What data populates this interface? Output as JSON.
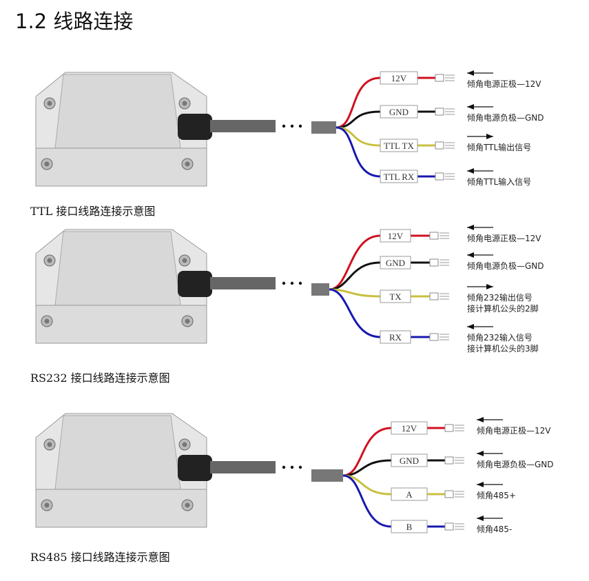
{
  "heading": "1.2 线路连接",
  "diagrams": [
    {
      "caption": "TTL 接口线路连接示意图",
      "wires": [
        {
          "label": "12V",
          "color": "#d01020",
          "direction": "in",
          "desc": [
            "倾角电源正极—12V"
          ]
        },
        {
          "label": "GND",
          "color": "#111111",
          "direction": "in",
          "desc": [
            "倾角电源负极—GND"
          ]
        },
        {
          "label": "TTL TX",
          "color": "#c8c040",
          "direction": "out",
          "desc": [
            "倾角TTL输出信号"
          ]
        },
        {
          "label": "TTL RX",
          "color": "#1818b0",
          "direction": "in",
          "desc": [
            "倾角TTL输入信号"
          ]
        }
      ]
    },
    {
      "caption": "RS232 接口线路连接示意图",
      "wires": [
        {
          "label": "12V",
          "color": "#d01020",
          "direction": "in",
          "desc": [
            "倾角电源正极—12V"
          ]
        },
        {
          "label": "GND",
          "color": "#111111",
          "direction": "in",
          "desc": [
            "倾角电源负极—GND"
          ]
        },
        {
          "label": "TX",
          "color": "#c8c040",
          "direction": "out",
          "desc": [
            "倾角232输出信号",
            "接计算机公头的2脚"
          ]
        },
        {
          "label": "RX",
          "color": "#1818b0",
          "direction": "in",
          "desc": [
            "倾角232输入信号",
            "接计算机公头的3脚"
          ]
        }
      ]
    },
    {
      "caption": "RS485 接口线路连接示意图",
      "wires": [
        {
          "label": "12V",
          "color": "#d01020",
          "direction": "in",
          "desc": [
            "倾角电源正极—12V"
          ]
        },
        {
          "label": "GND",
          "color": "#111111",
          "direction": "in",
          "desc": [
            "倾角电源负极—GND"
          ]
        },
        {
          "label": "A",
          "color": "#c8c040",
          "direction": "in",
          "desc": [
            "倾角485+"
          ]
        },
        {
          "label": "B",
          "color": "#1818b0",
          "direction": "in",
          "desc": [
            "倾角485-"
          ]
        }
      ]
    }
  ]
}
